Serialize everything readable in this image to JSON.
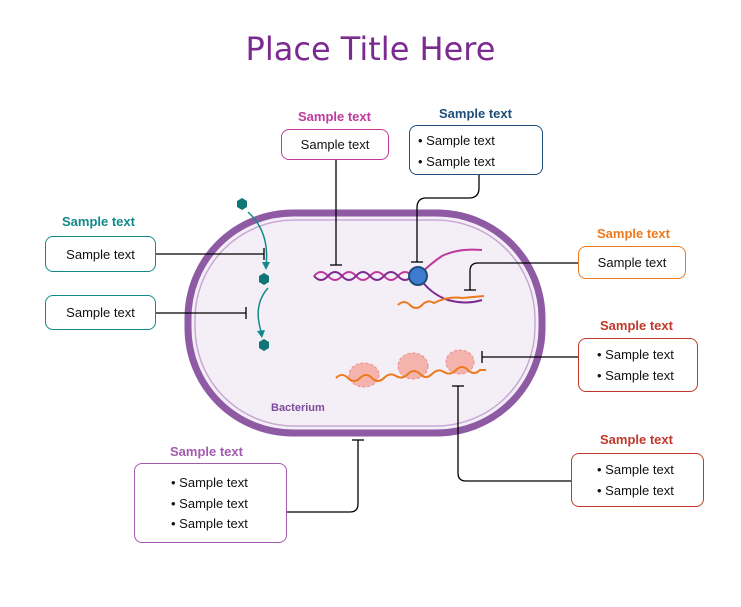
{
  "title": "Place Title Here",
  "colors": {
    "title": "#7b2a8f",
    "teal": "#138a8a",
    "magenta": "#c03a9e",
    "navy": "#1f4e7a",
    "orange": "#ec7a1e",
    "red": "#c0392b",
    "purple_light": "#a35bb0",
    "cell_fill": "#f4eef6",
    "cell_wall": "#8e5aa4"
  },
  "cell": {
    "label": "Bacterium"
  },
  "callouts": {
    "teal": {
      "heading": "Sample text",
      "box1": "Sample text",
      "box2": "Sample text"
    },
    "magenta": {
      "heading": "Sample text",
      "box": "Sample text"
    },
    "navy": {
      "heading": "Sample text",
      "items": [
        "Sample text",
        "Sample text"
      ]
    },
    "orange": {
      "heading": "Sample text",
      "box": "Sample text"
    },
    "red_top": {
      "heading": "Sample text",
      "items": [
        "Sample text",
        "Sample text"
      ]
    },
    "red_bottom": {
      "heading": "Sample text",
      "items": [
        "Sample text",
        "Sample text"
      ]
    },
    "purple_bottom": {
      "heading": "Sample text",
      "items": [
        "Sample text",
        "Sample text",
        "Sample text"
      ]
    }
  }
}
